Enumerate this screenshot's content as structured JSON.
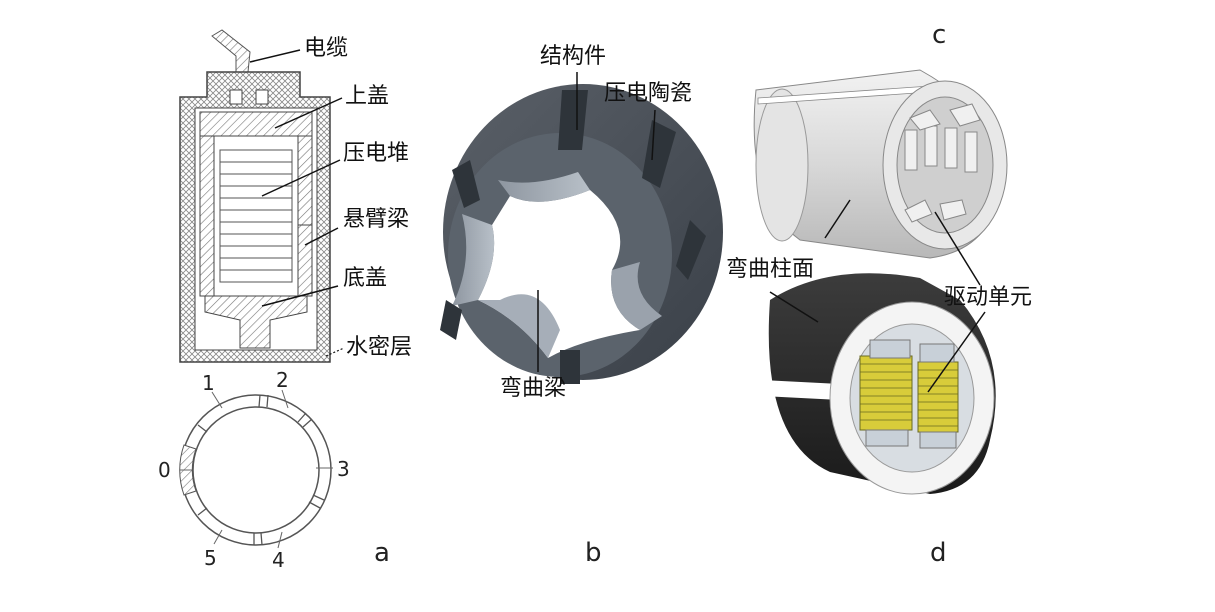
{
  "panel_a": {
    "letter": "a",
    "labels": {
      "cable": "电缆",
      "top_cover": "上盖",
      "piezo_stack": "压电堆",
      "cantilever": "悬臂梁",
      "bottom_cover": "底盖",
      "watertight_layer": "水密层"
    },
    "ring_numbers": [
      "0",
      "1",
      "2",
      "3",
      "4",
      "5"
    ]
  },
  "panel_b": {
    "letter": "b",
    "labels": {
      "structural_part": "结构件",
      "piezo_ceramic": "压电陶瓷",
      "curved_beam": "弯曲梁"
    }
  },
  "panel_c": {
    "letter": "c",
    "labels": {
      "curved_surface": "弯曲柱面",
      "drive_unit": "驱动单元"
    }
  },
  "panel_d": {
    "letter": "d"
  },
  "colors": {
    "dark_ceramic": "#4a5058",
    "light_gray": "#d6d8da",
    "piezo_yellow": "#d8cc3a",
    "black_shell": "#2a2a2a"
  }
}
